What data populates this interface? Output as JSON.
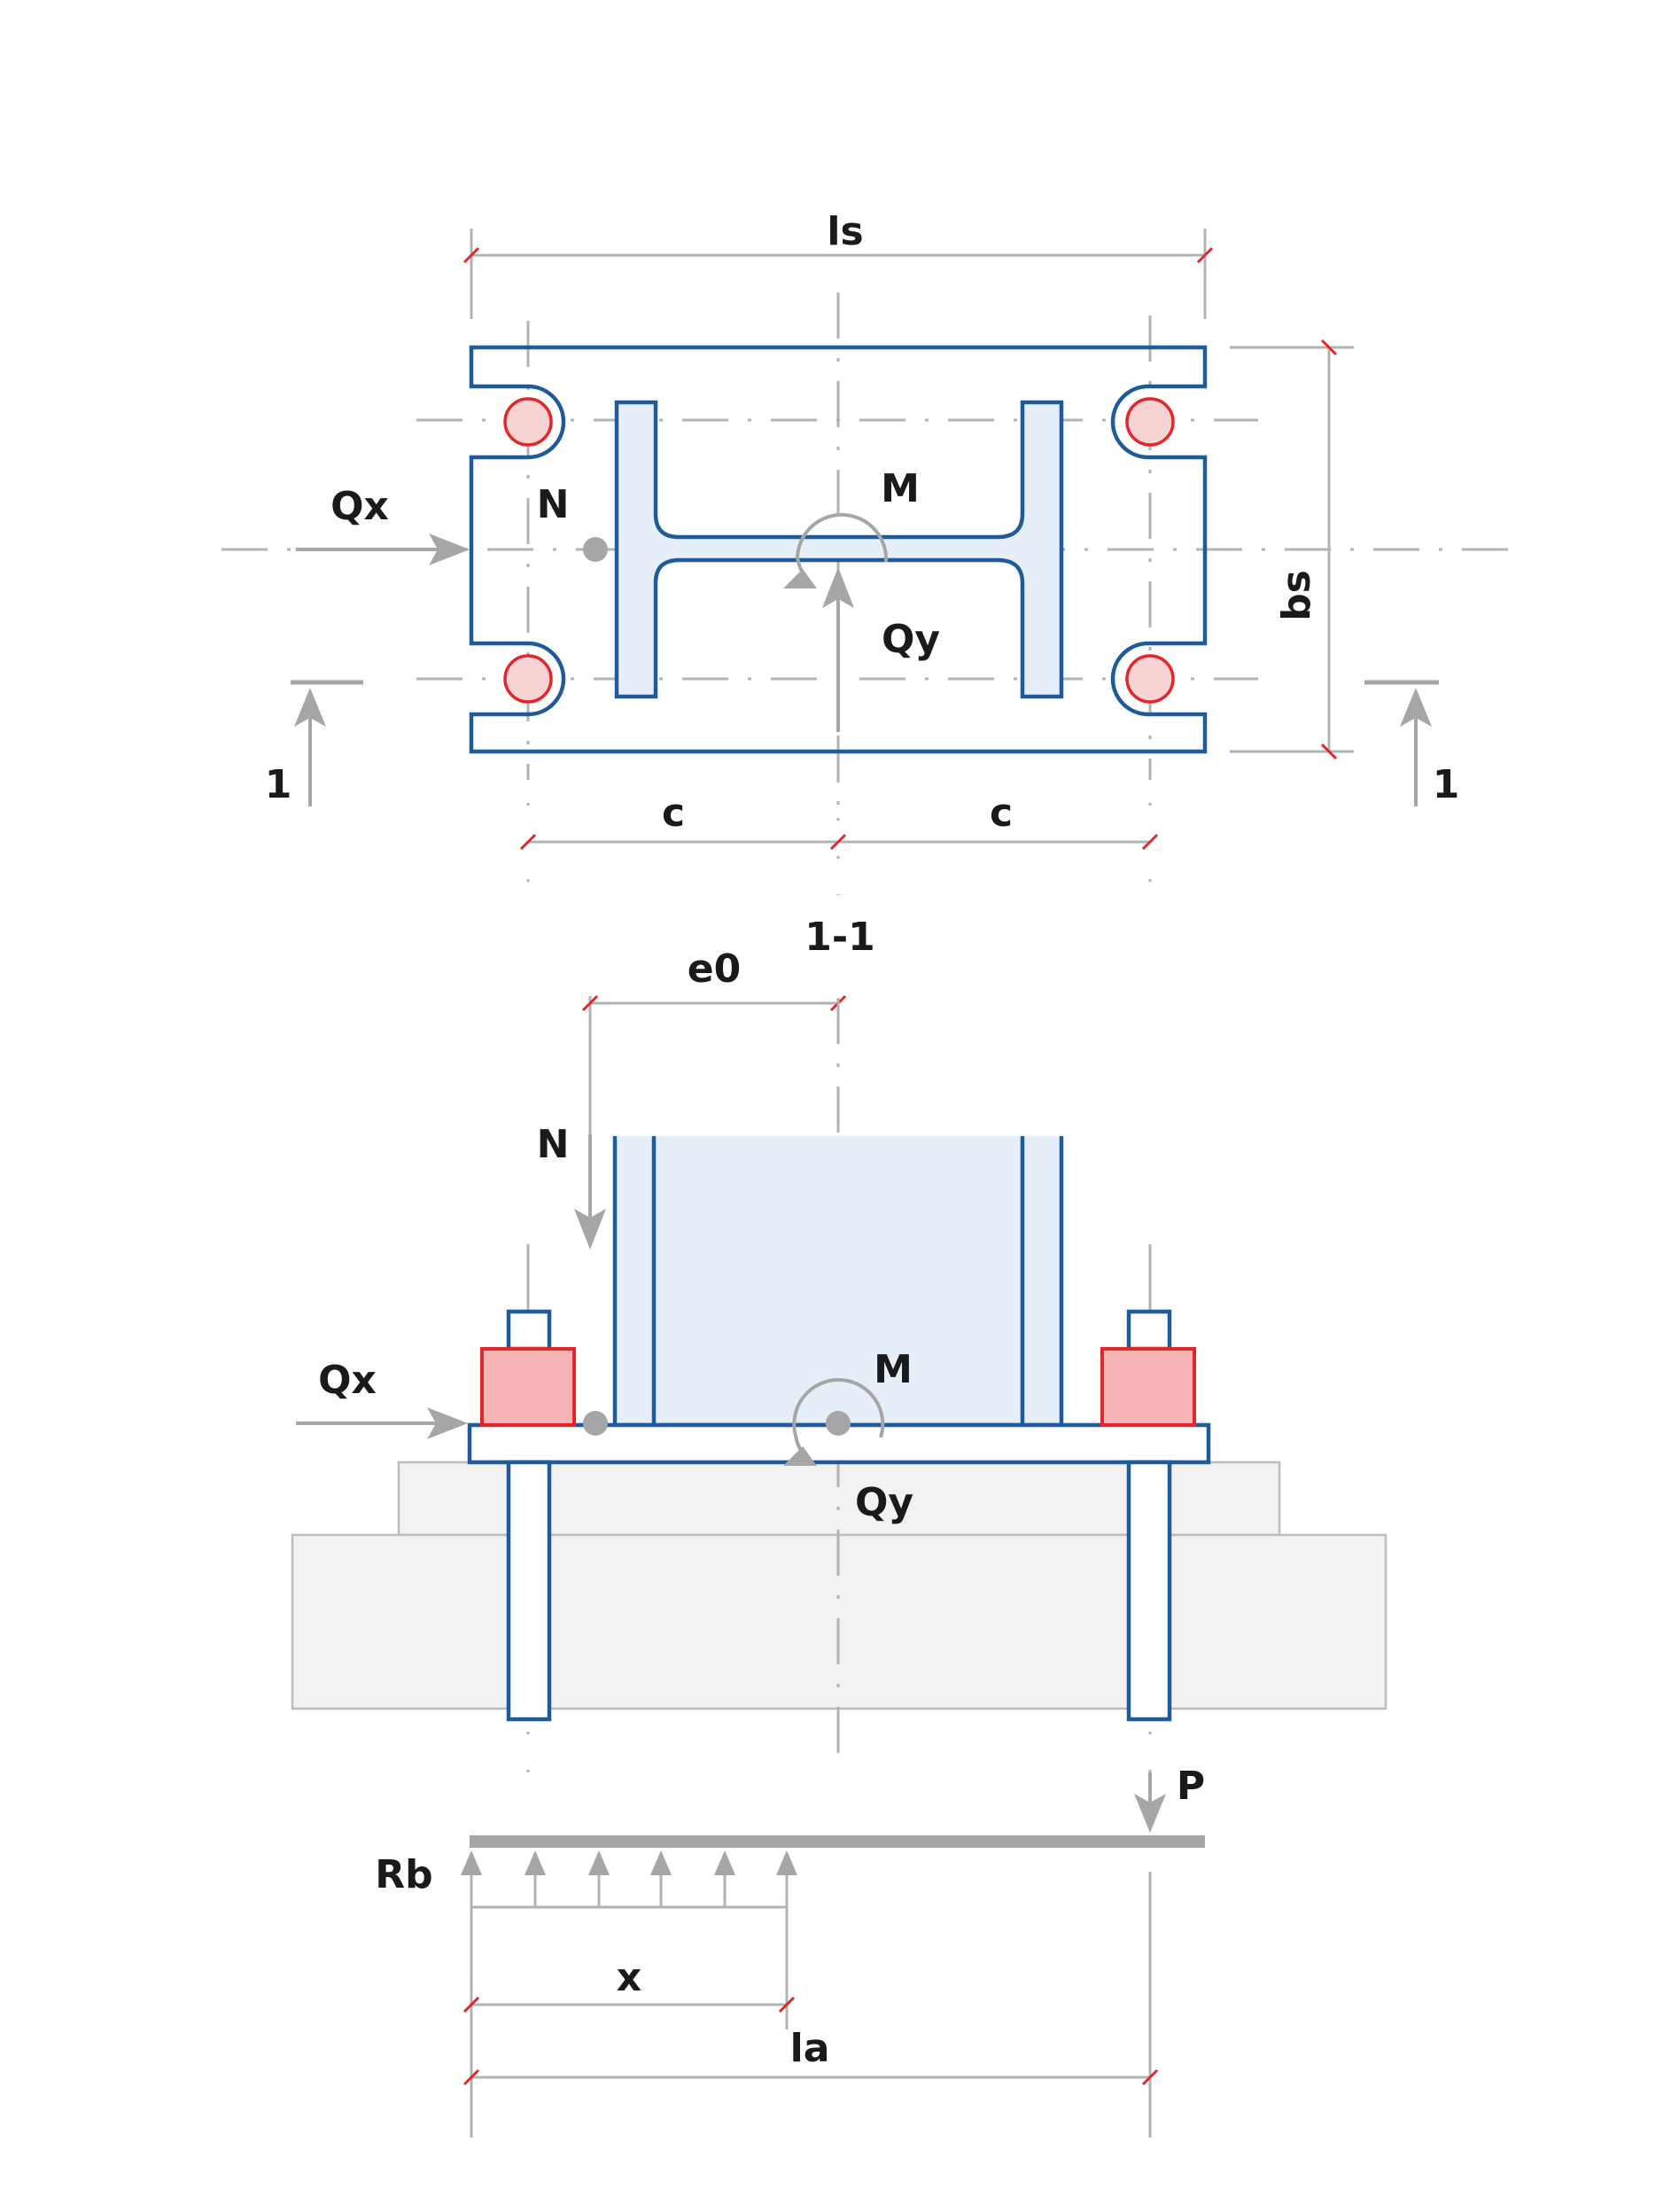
{
  "labels": {
    "ls": "ls",
    "bs": "bs",
    "qx_top": "Qx",
    "n_top": "N",
    "m_top": "M",
    "qy_top": "Qy",
    "c_left": "c",
    "c_right": "c",
    "section_left": "1",
    "section_right": "1",
    "section_title": "1-1",
    "e0": "e0",
    "n_side": "N",
    "qx_side": "Qx",
    "m_side": "M",
    "qy_side": "Qy",
    "p": "P",
    "rb": "Rb",
    "x": "x",
    "la": "la"
  },
  "colors": {
    "steel_outline": "#1f5b98",
    "steel_fill": "#e6eff8",
    "bolt_outline": "#e3262a",
    "bolt_fill": "#f7b4b6",
    "dimension_line": "#b3b3b3",
    "force_arrow": "#a6a6a6",
    "concrete": "#f2f2f2"
  }
}
